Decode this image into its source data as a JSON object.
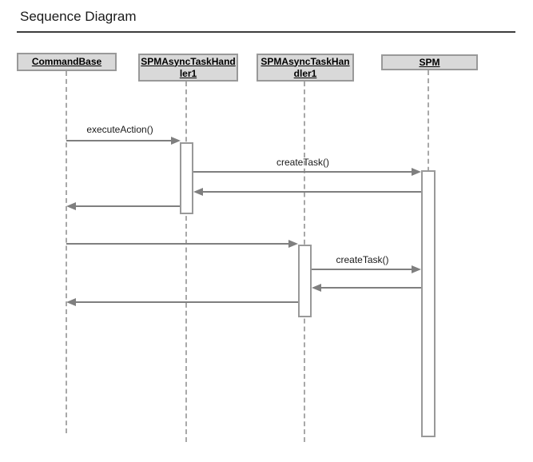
{
  "title": "Sequence Diagram",
  "actors": [
    {
      "id": "commandbase",
      "label": "CommandBase"
    },
    {
      "id": "spmasynctaskhandler1-a",
      "label": "SPMAsyncTaskHandler1"
    },
    {
      "id": "spmasynctaskhandler1-b",
      "label": "SPMAsyncTaskHandler1"
    },
    {
      "id": "spm",
      "label": "SPM"
    }
  ],
  "messages": [
    {
      "label": "executeAction()",
      "kind": "call",
      "from": "CommandBase",
      "to": "SPMAsyncTaskHandler1"
    },
    {
      "label": "createTask()",
      "kind": "call",
      "from": "SPMAsyncTaskHandler1",
      "to": "SPM"
    },
    {
      "label": "",
      "kind": "return",
      "from": "SPM",
      "to": "SPMAsyncTaskHandler1"
    },
    {
      "label": "",
      "kind": "return",
      "from": "SPMAsyncTaskHandler1",
      "to": "CommandBase"
    },
    {
      "label": "",
      "kind": "call",
      "from": "CommandBase",
      "to": "SPMAsyncTaskHandler1"
    },
    {
      "label": "createTask()",
      "kind": "call",
      "from": "SPMAsyncTaskHandler1",
      "to": "SPM"
    },
    {
      "label": "",
      "kind": "return",
      "from": "SPM",
      "to": "SPMAsyncTaskHandler1"
    },
    {
      "label": "",
      "kind": "return",
      "from": "SPMAsyncTaskHandler1",
      "to": "CommandBase"
    }
  ],
  "colors": {
    "actor_fill": "#d9d9d9",
    "actor_border": "#999999",
    "lifeline": "#a8a8a8",
    "arrow": "#7f7f7f",
    "rule": "#3d3d3d",
    "text": "#000000"
  }
}
